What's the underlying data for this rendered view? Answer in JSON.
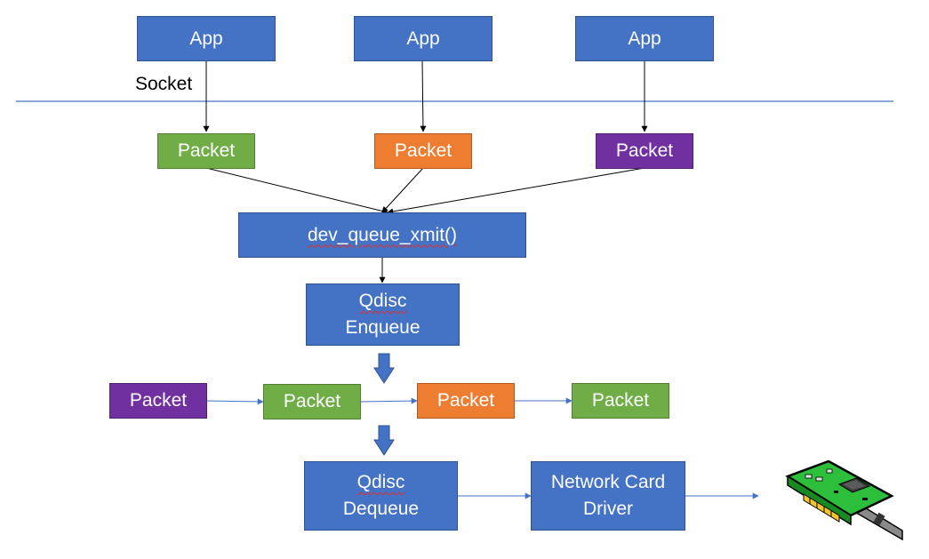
{
  "colors": {
    "blue": "#4472c4",
    "green": "#70ad47",
    "orange": "#ed7d31",
    "purple": "#7030a0",
    "divider": "#4472c4",
    "connector": "#000000"
  },
  "socket_label": "Socket",
  "apps": [
    {
      "label": "App"
    },
    {
      "label": "App"
    },
    {
      "label": "App"
    }
  ],
  "socket_packets": [
    {
      "label": "Packet",
      "color": "green"
    },
    {
      "label": "Packet",
      "color": "orange"
    },
    {
      "label": "Packet",
      "color": "purple"
    }
  ],
  "xmit": {
    "label": "dev_queue_xmit()"
  },
  "enqueue": {
    "line1": "Qdisc",
    "line2": "Enqueue"
  },
  "queue_packets": [
    {
      "label": "Packet",
      "color": "purple"
    },
    {
      "label": "Packet",
      "color": "green"
    },
    {
      "label": "Packet",
      "color": "orange"
    },
    {
      "label": "Packet",
      "color": "green"
    }
  ],
  "dequeue": {
    "line1": "Qdisc",
    "line2": "Dequeue"
  },
  "driver": {
    "line1": "Network Card",
    "line2": "Driver"
  },
  "nic_icon": "network-card-icon"
}
